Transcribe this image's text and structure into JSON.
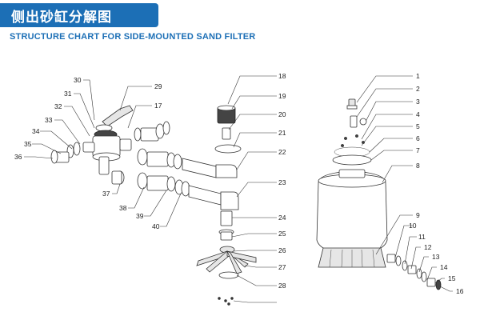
{
  "title": "侧出砂缸分解图",
  "subtitle": "STRUCTURE CHART FOR SIDE-MOUNTED SAND FILTER",
  "part_numbers": [
    "1",
    "2",
    "3",
    "4",
    "5",
    "6",
    "7",
    "8",
    "9",
    "10",
    "11",
    "12",
    "13",
    "14",
    "15",
    "16",
    "17",
    "18",
    "19",
    "20",
    "21",
    "22",
    "23",
    "24",
    "25",
    "26",
    "27",
    "28",
    "29",
    "30",
    "31",
    "32",
    "33",
    "34",
    "35",
    "36",
    "37",
    "38",
    "39",
    "40"
  ]
}
